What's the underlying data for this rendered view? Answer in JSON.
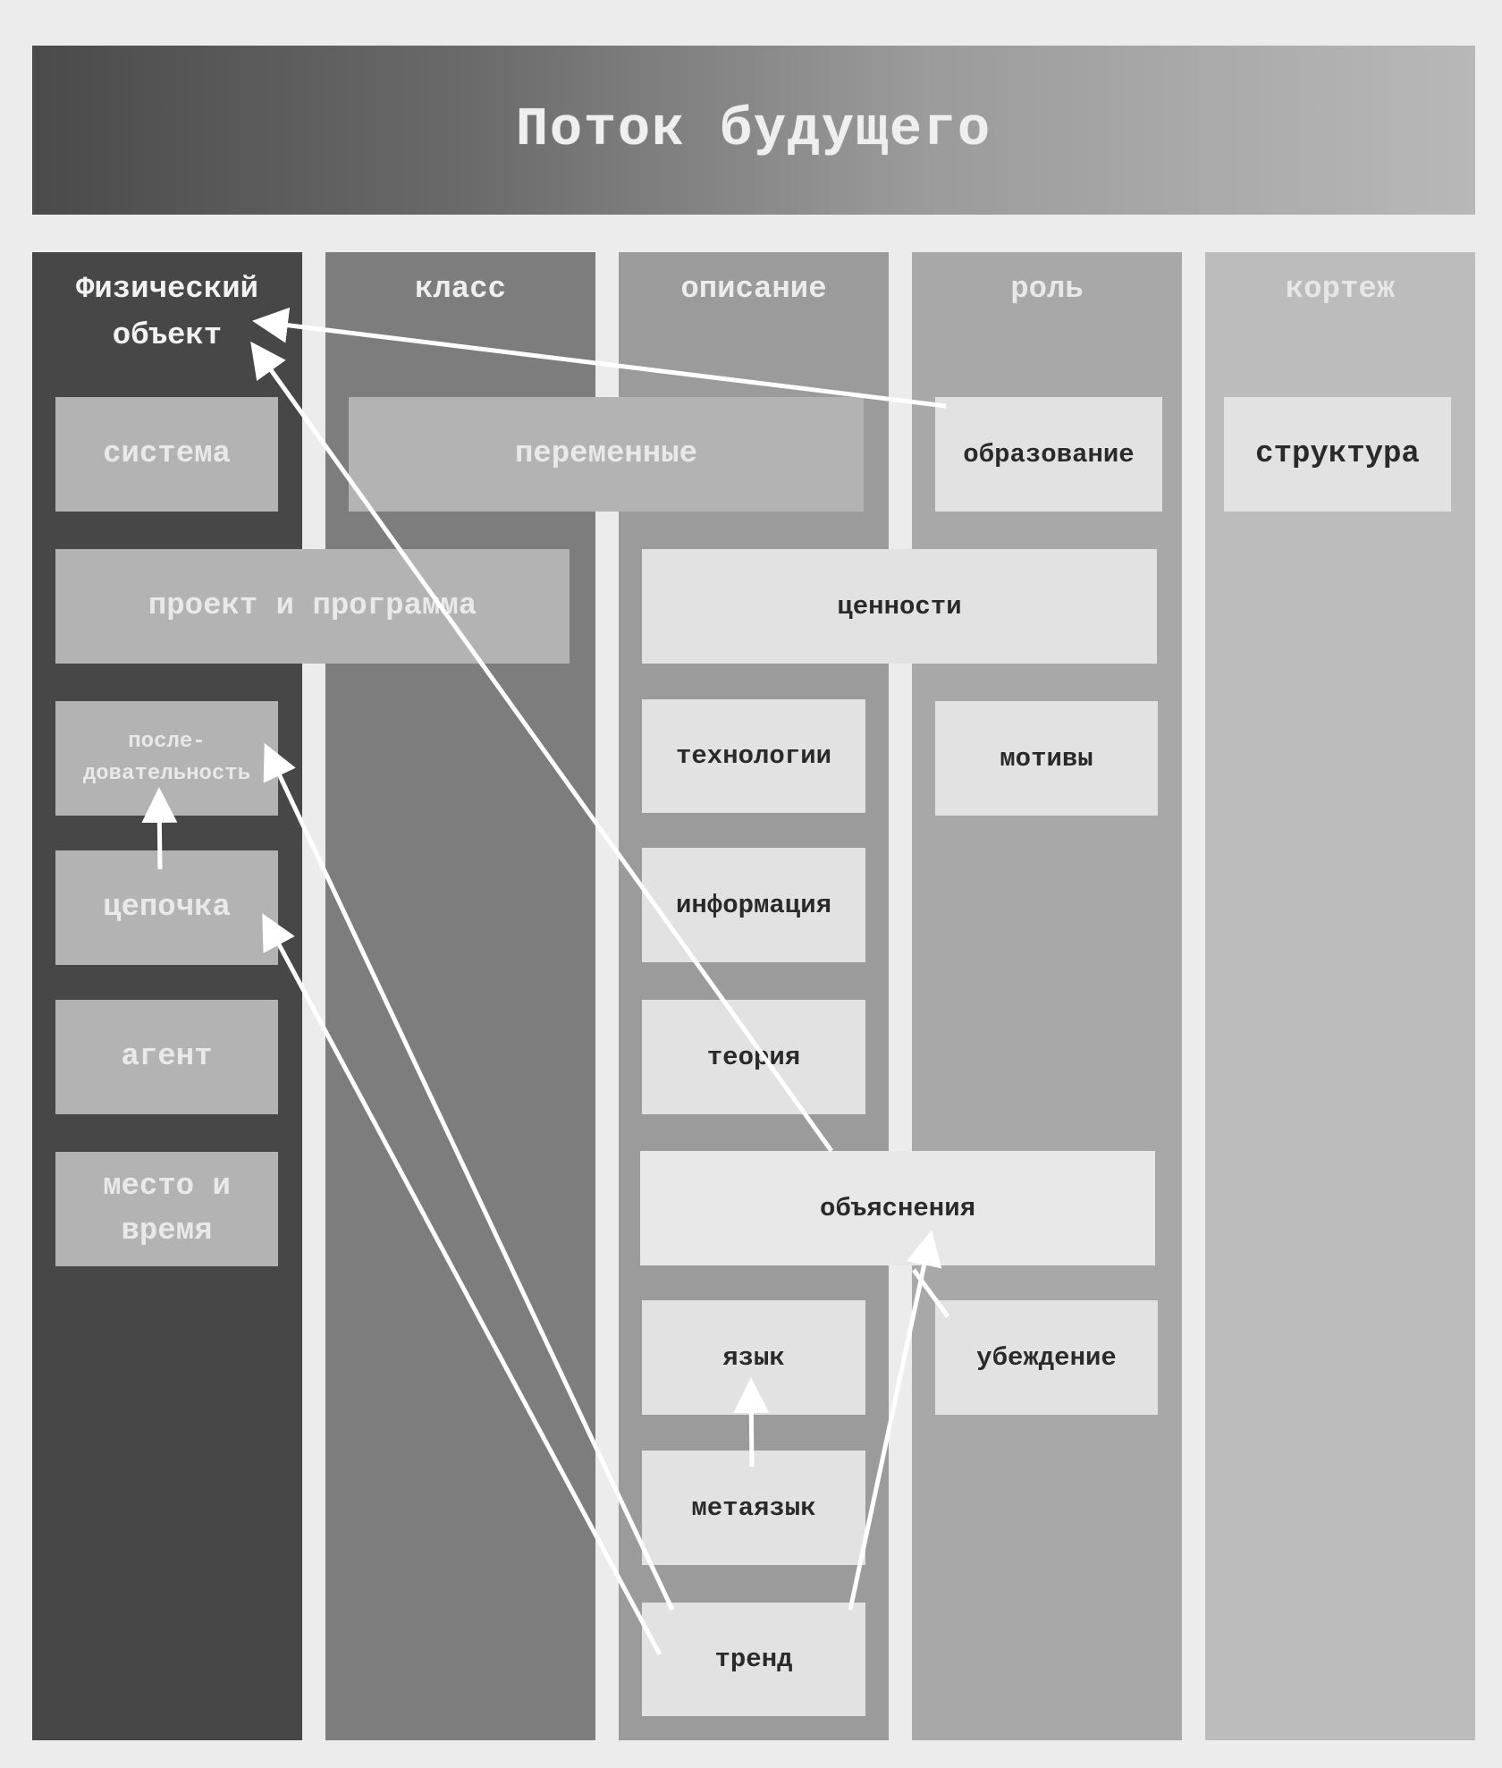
{
  "title": "Поток будущего",
  "columns": [
    {
      "label": "Физический объект",
      "color": "#474747",
      "text_color": "#f2f2f2"
    },
    {
      "label": "класс",
      "color": "#7d7d7d",
      "text_color": "#efefef"
    },
    {
      "label": "описание",
      "color": "#9b9b9b",
      "text_color": "#ececec"
    },
    {
      "label": "роль",
      "color": "#a8a8a8",
      "text_color": "#e8e8e8"
    },
    {
      "label": "кортеж",
      "color": "#bcbcbc",
      "text_color": "#e6e6e6"
    }
  ],
  "boxes": {
    "sistema": "система",
    "peremennye": "переменные",
    "obrazovanie": "образование",
    "struktura": "структура",
    "proekt": "проект и программа",
    "cennosti": "ценности",
    "posledovatelnost_1": "после-",
    "posledovatelnost_2": "довательность",
    "tehnologii": "технологии",
    "motivy": "мотивы",
    "cepochka": "цепочка",
    "informaciya": "информация",
    "agent": "агент",
    "teoriya": "теория",
    "mesto_1": "место и",
    "mesto_2": "время",
    "obyasneniya": "объяснения",
    "yazyk": "язык",
    "ubezhdenie": "убеждение",
    "metayazyk": "метаязык",
    "trend": "тренд"
  }
}
